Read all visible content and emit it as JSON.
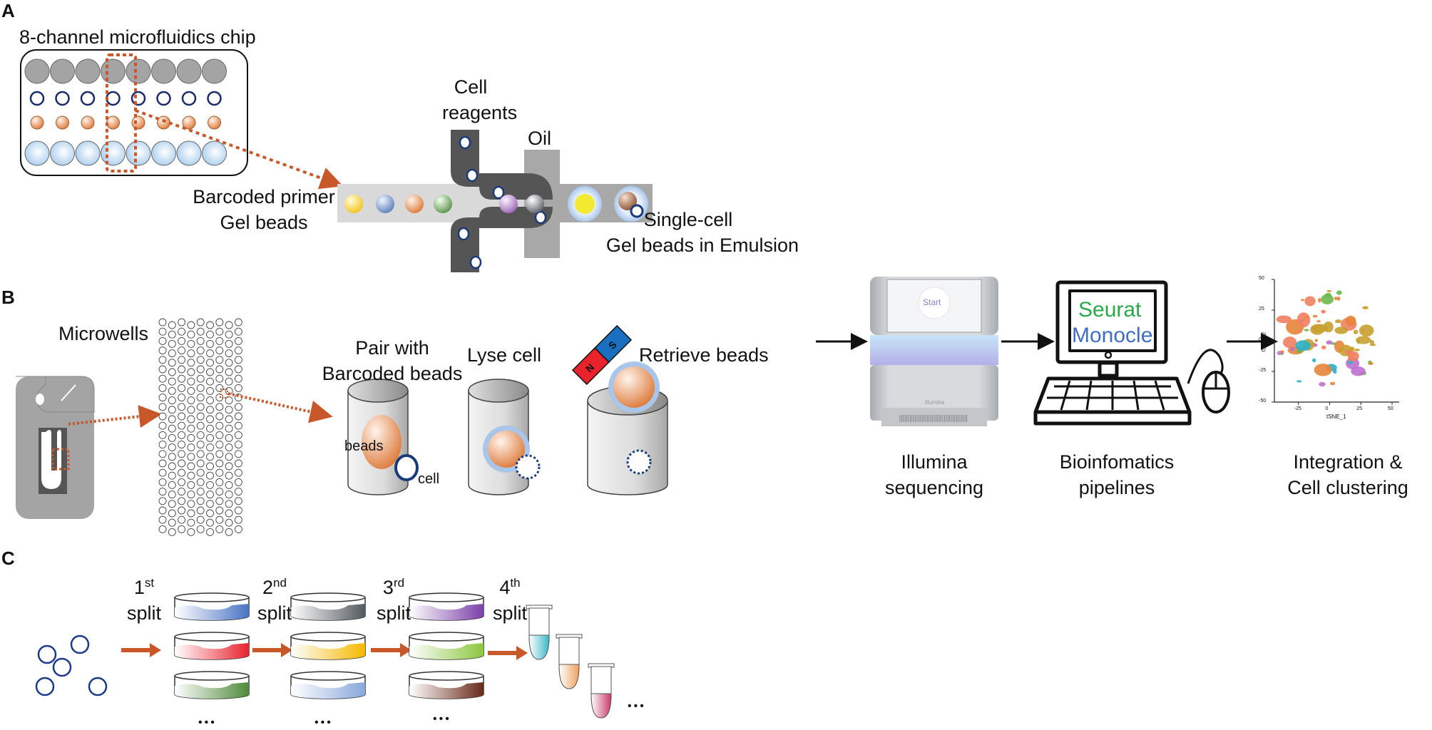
{
  "panels": {
    "a": {
      "letter": "A",
      "chip_title": "8-channel microfluidics chip",
      "chip_channels": 8,
      "chip_rows": [
        "oil",
        "cells",
        "gel-beads",
        "emulsion"
      ],
      "primer_label_1": "Barcoded primer",
      "primer_label_2": "Gel beads",
      "cell_label_1": "Cell",
      "cell_label_2": "reagents",
      "oil_label": "Oil",
      "output_label_1": "Single-cell",
      "output_label_2": "Gel beads in Emulsion",
      "bead_colors": [
        "#f5d64a",
        "#7f98c8",
        "#e08a5a",
        "#7aa46a",
        "#a87cc0",
        "#8a8f98"
      ]
    },
    "b": {
      "letter": "B",
      "microwells_label": "Microwells",
      "pair_label_1": "Pair with",
      "pair_label_2": "Barcoded beads",
      "beads_label": "beads",
      "cell_label": "cell",
      "lyse_label": "Lyse cell",
      "retrieve_label": "Retrieve beads",
      "magnet_n": "N",
      "magnet_s": "S",
      "sequencer_screen_text": "Start",
      "sequencer_brand": "illumina",
      "sequencing_label_1": "Illumina",
      "sequencing_label_2": "sequencing",
      "computer_text_1": "Seurat",
      "computer_text_2": "Monocle",
      "computer_text_1_color": "#2aa84a",
      "computer_text_2_color": "#3f6fc4",
      "pipelines_label_1": "Bioinfomatics",
      "pipelines_label_2": "pipelines",
      "clustering_label_1": "Integration &",
      "clustering_label_2": "Cell clustering"
    },
    "c": {
      "letter": "C",
      "splits": [
        {
          "num": "1",
          "suffix": "st",
          "word": "split"
        },
        {
          "num": "2",
          "suffix": "nd",
          "word": "split"
        },
        {
          "num": "3",
          "suffix": "rd",
          "word": "split"
        },
        {
          "num": "4",
          "suffix": "th",
          "word": "split"
        }
      ],
      "dish_columns": [
        [
          "#4a74c4",
          "#e8232e",
          "#4f8a3a"
        ],
        [
          "#555a60",
          "#f5b800",
          "#8aa8dc"
        ],
        [
          "#7a3fa8",
          "#8cc63f",
          "#6a2a1a"
        ]
      ],
      "tube_colors": [
        "#3ab8c8",
        "#f0a060",
        "#c83a6a"
      ],
      "ellipsis": "•••"
    }
  },
  "chart_data": {
    "type": "scatter",
    "title": "",
    "xlabel": "tSNE_1",
    "ylabel": "tSNE_2",
    "xlim": [
      -50,
      50
    ],
    "ylim": [
      -50,
      50
    ],
    "xticks": [
      "-25",
      "0",
      "25",
      "50"
    ],
    "yticks": [
      "50",
      "25",
      "0",
      "-25",
      "-50"
    ],
    "series_colors": [
      "#f08060",
      "#e8843a",
      "#c8a030",
      "#6ab84a",
      "#2ab0c8",
      "#c070d0"
    ],
    "grid": false
  }
}
